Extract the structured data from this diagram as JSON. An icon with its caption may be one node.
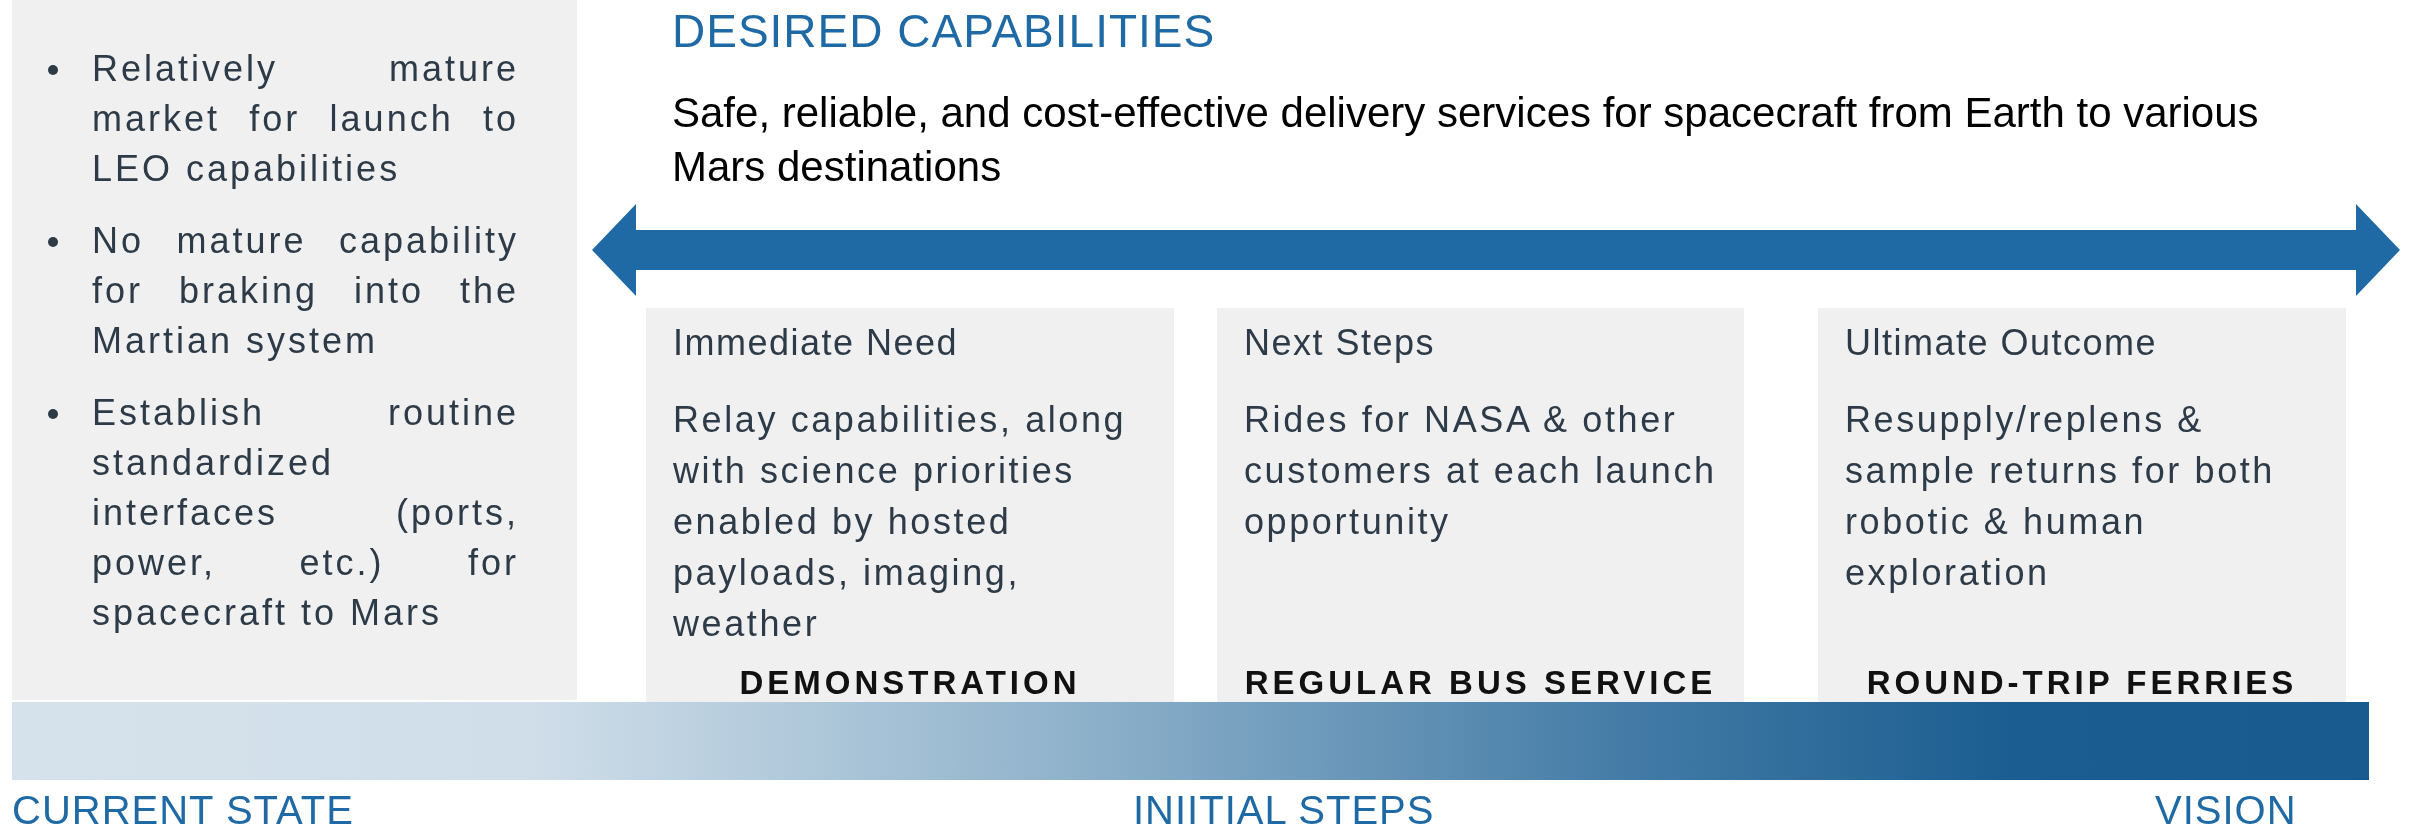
{
  "diagram": {
    "title": "DESIRED CAPABILITIES",
    "nodes": [
      {
        "text": [
          "Relatively mature market for launch to LEO capabilities",
          "No mature capability for braking into the Martian system",
          "Establish routine standardized interfaces (ports, power, etc.)  for spacecraft to Mars"
        ]
      },
      {
        "text": [
          "Immediate Need",
          "Relay capabilities, along with science priorities enabled by hosted payloads, imaging, weather",
          "DEMONSTRATION"
        ]
      },
      {
        "text": [
          "Next Steps",
          "Rides for NASA & other customers at each launch opportunity",
          "REGULAR BUS SERVICE"
        ]
      },
      {
        "text": [
          "Ultimate Outcome",
          "Resupply/replens & sample returns for both robotic & human exploration",
          "ROUND-TRIP FERRIES"
        ]
      },
      {
        "text": [],
        "shape": "bar"
      }
    ],
    "labels": [
      "Safe, reliable, and cost-effective delivery services for spacecraft from Earth to various Mars destinations",
      "CURRENT STATE",
      "INIITIAL STEPS",
      "VISION"
    ]
  }
}
